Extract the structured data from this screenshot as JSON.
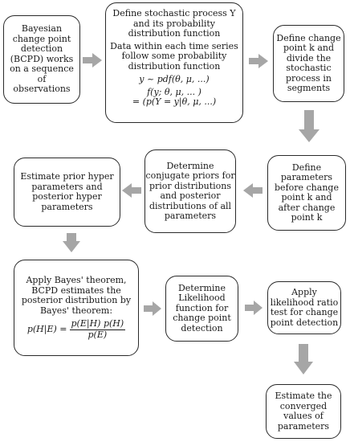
{
  "boxes": {
    "b1": [
      "Bayesian",
      "change point",
      "detection",
      "(BCPD) works",
      "on a sequence",
      "of",
      "observations"
    ],
    "b2_title": [
      "Define stochastic process Y",
      "and its probability",
      "distribution function"
    ],
    "b2_body": [
      "Data within each time series",
      "follow some probability",
      "distribution function"
    ],
    "b2_math": [
      "y ~ pdf(θ, μ, ...)",
      "f(y; θ, μ, ... )",
      "= (p(Y = y|θ, μ, ...)"
    ],
    "b3": [
      "Define change",
      "point k and",
      "divide the",
      "stochastic",
      "process in",
      "segments"
    ],
    "b4": [
      "Define",
      "parameters",
      "before change",
      "point k and",
      "after change",
      "point k"
    ],
    "b5": [
      "Determine",
      "conjugate priors for",
      "prior distributions",
      "and posterior",
      "distributions of all",
      "parameters"
    ],
    "b6": [
      "Estimate prior hyper",
      "parameters and",
      "posterior hyper",
      "parameters"
    ],
    "b7": [
      "Apply Bayes' theorem,",
      "BCPD estimates the",
      "posterior distribution by",
      "Bayes' theorem:"
    ],
    "b7_eq": {
      "lhs": "p(H|E) =",
      "num": "p(E|H) p(H)",
      "den": "p(E)"
    },
    "b8": [
      "Determine",
      "Likelihood",
      "function for",
      "change point",
      "detection"
    ],
    "b9": [
      "Apply",
      "likelihood ratio",
      "test for change",
      "point detection"
    ],
    "b10": [
      "Estimate the",
      "converged",
      "values of",
      "parameters"
    ]
  },
  "colors": {
    "arrow": "#a6a6a6",
    "border": "#2a2a2a"
  }
}
